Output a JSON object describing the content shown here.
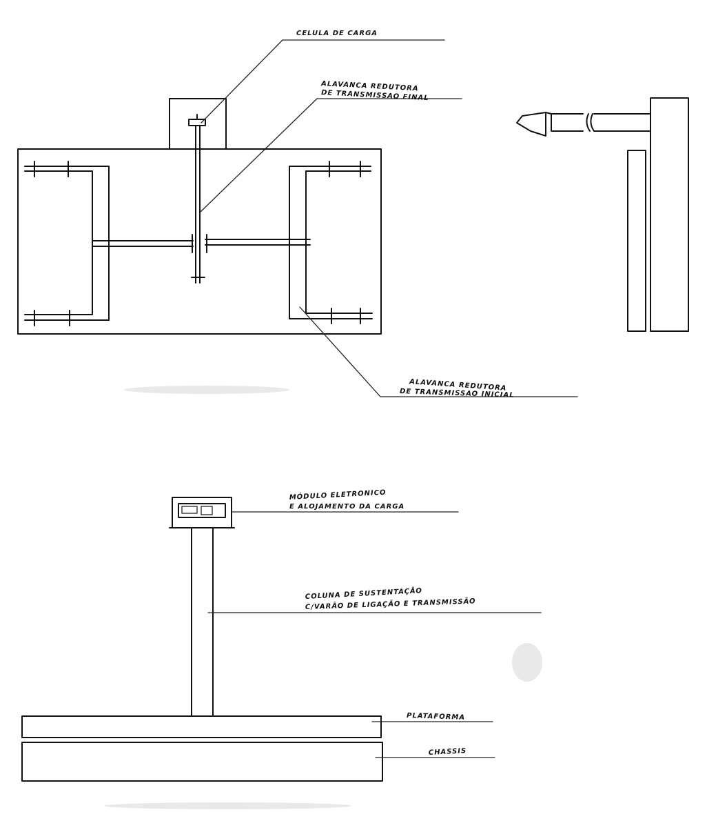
{
  "labels": {
    "celula": "CELULA DE CARGA",
    "alavanca_top_1": "ALAVANCA REDUTORA",
    "alavanca_top_2": "DE TRANSMISSAO FINAL",
    "alavanca_bottom_1": "ALAVANCA REDUTORA",
    "alavanca_bottom_2": "DE TRANSMISSAO INICIAL",
    "modulo_1": "MÓDULO ELETRONICO",
    "modulo_2": "E ALOJAMENTO DA CARGA",
    "coluna_1": "COLUNA DE SUSTENTAÇÃO",
    "coluna_2": "C/VARÃO DE LIGAÇÃO E TRANSMISSÃO",
    "plataforma": "PLATAFORMA",
    "chassis": "CHASSIS"
  },
  "colors": {
    "ink": "#111111",
    "paper": "#ffffff"
  }
}
